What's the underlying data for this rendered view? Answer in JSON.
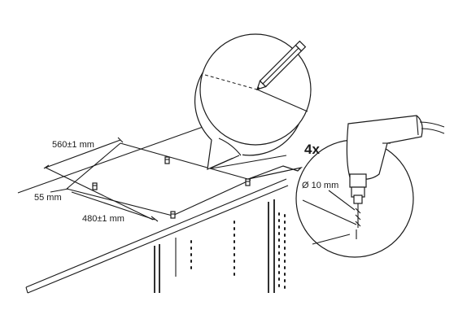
{
  "dimensions": {
    "length": "560±1 mm",
    "edge_offset": "55 mm",
    "width": "480±1 mm",
    "hole_diameter": "Ø 10 mm"
  },
  "quantity": "4x",
  "icons": [
    "pencil-icon",
    "drill-icon"
  ]
}
